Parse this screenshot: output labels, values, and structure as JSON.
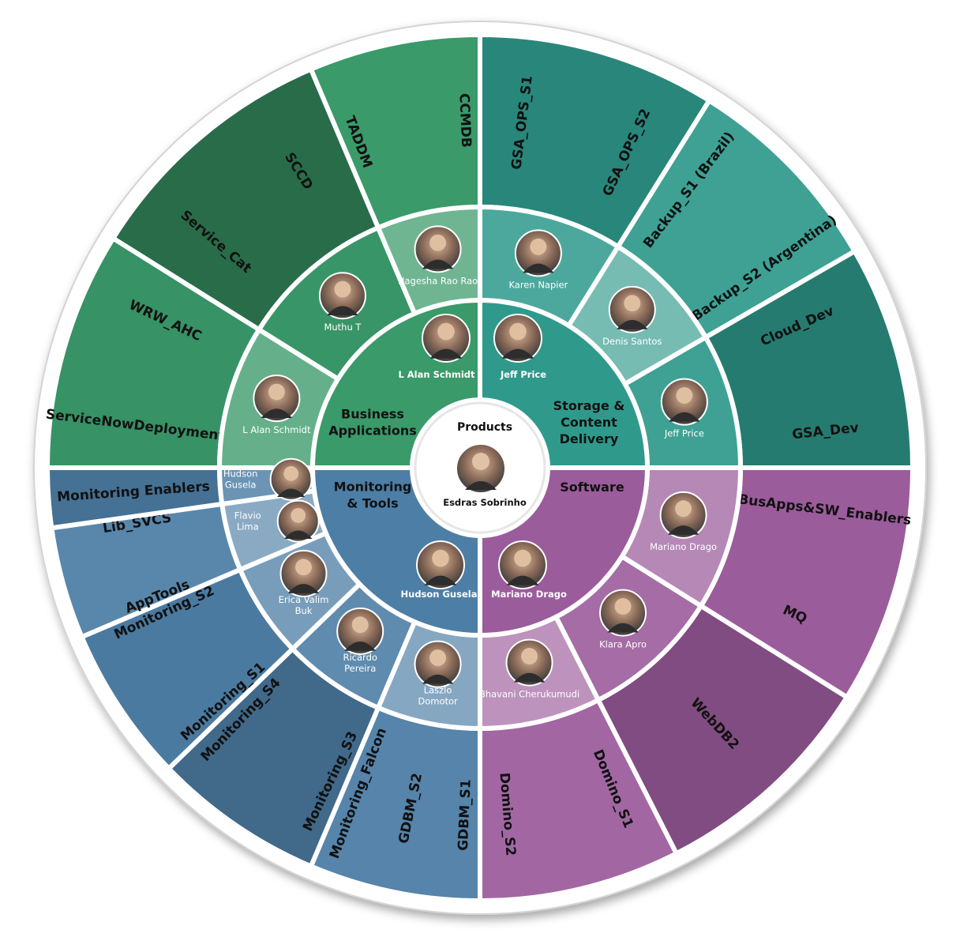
{
  "colors": {
    "business": "#3a9a6a",
    "storage": "#2f9a8c",
    "software": "#9b5c9b",
    "monitoring": "#4d7ea6"
  },
  "center": {
    "title": "Products",
    "person": "Esdras Sobrinho"
  },
  "quadrants": [
    {
      "name": "Business\nApplications",
      "lead": "L Alan Schmidt"
    },
    {
      "name": "Storage &\nContent\nDelivery",
      "lead": "Jeff Price"
    },
    {
      "name": "Software",
      "lead": "Mariano Drago"
    },
    {
      "name": "Monitoring\n& Tools",
      "lead": "Hudson Gusela"
    }
  ],
  "teams": [
    {
      "person": "L Alan Schmidt",
      "labels": [
        "ServiceNowDeployment",
        "WRW_AHC"
      ]
    },
    {
      "person": "Muthu T",
      "labels": [
        "Service_Cat",
        "SCCD"
      ]
    },
    {
      "person": "Nagesha Rao Rao",
      "labels": [
        "TADDM",
        "CCMDB"
      ]
    },
    {
      "person": "Karen Napier",
      "labels": [
        "GSA_OPS_S1",
        "GSA_OPS_S2"
      ]
    },
    {
      "person": "Denis Santos",
      "labels": [
        "Backup_S1 (Brazil)",
        "Backup_S2 (Argentina)"
      ]
    },
    {
      "person": "Jeff Price",
      "labels": [
        "Cloud_Dev",
        "GSA_Dev"
      ]
    },
    {
      "person": "Mariano Drago",
      "labels": [
        "BusApps&SW_Enablers",
        "MQ"
      ]
    },
    {
      "person": "Klara Apro",
      "labels": [
        "WebDB2"
      ]
    },
    {
      "person": "Bhavani Cherukumudi",
      "labels": [
        "Domino_S1",
        "Domino_S2"
      ]
    },
    {
      "person": "Laszlo\nDomotor",
      "labels": [
        "GDBM_S1",
        "GDBM_S2",
        "Monitoring_Falcon"
      ]
    },
    {
      "person": "Ricardo\nPereira",
      "labels": [
        "Monitoring_S3",
        "Monitoring_S4"
      ]
    },
    {
      "person": "Erica Valim\nBuk",
      "labels": [
        "Monitoring_S1",
        "Monitoring_S2"
      ]
    },
    {
      "person": "Flavio\nLima",
      "labels": [
        "AppTools",
        "Lib_SVCS"
      ]
    },
    {
      "person": "Hudson\nGusela",
      "labels": [
        "Monitoring Enablers"
      ]
    }
  ]
}
